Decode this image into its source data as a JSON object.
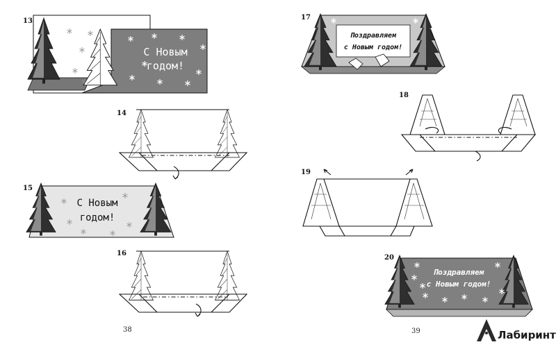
{
  "steps": {
    "s13": {
      "number": "13",
      "title_line1": "С Новым",
      "title_line2": "годом!"
    },
    "s14": {
      "number": "14"
    },
    "s15": {
      "number": "15",
      "title_line1": "С Новым",
      "title_line2": "годом!"
    },
    "s16": {
      "number": "16"
    },
    "s17": {
      "number": "17",
      "title_line1": "Поздравляем",
      "title_line2": "с Новым годом!"
    },
    "s18": {
      "number": "18"
    },
    "s19": {
      "number": "19"
    },
    "s20": {
      "number": "20",
      "title_line1": "Поздравляем",
      "title_line2": "с Новым годом!"
    }
  },
  "pages": {
    "left": "38",
    "right": "39"
  },
  "watermark": {
    "text": "Лабиринт",
    "icon": "labyrinth-logo-icon"
  },
  "colors": {
    "card_gray": "#7d7d7d",
    "card_light": "#c9c9c9",
    "tree_dark": "#2b2b2b",
    "ink": "#111111"
  }
}
